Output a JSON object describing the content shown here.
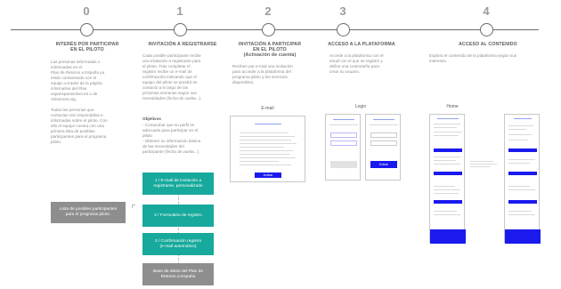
{
  "steps": [
    {
      "number": "0",
      "title": "INTERÉS POR PARTICIPAR\nEN EL PILOTO",
      "text": "Las personas informadas o\ninteresadas en el\nPlan de Retorno a España ya\nestán contactando con el\nequipo a través de la página\ninformativa del Plan\nuspansparavolver.es o de\nVolvemos.org.\n\nTodas las personas que\ncontactan son respondidas e\ninformadas sobre el piloto. Con\nello el equipo cuenta con una\nprimera lista de posibles\nparticipantes para el programa\npiloto.",
      "box": "Lista de posibles participantes\npara el programa piloto."
    },
    {
      "number": "1",
      "title": "INVITACIÓN A REGISTRARSE",
      "text": "Cada posible participante recibe\nuna invitación a registrarse para\nel piloto. Tras completar el\nregistro recibe un e-mail de\nconfirmación indicando que el\nequipo del piloto se pondrá en\ncontacto a lo largo de las\npróximas semanas según sus\nnecesidades (fecha de vuelta...).",
      "objectives_title": "Objetivos",
      "objectives": "- Comprobar que su perfil es\nadecuado para participar en el\npiloto\n- Obtener su información básica\nde las necesidades del\nparticipante (fecha de vuelta...).",
      "boxes": [
        "1 / E-mail de invitación a\nregistrarse, personalizado",
        "2 / Formulario de registro",
        "3 / Confirmación registro\n(e-mail automático)",
        "Base de datos del Plan de\nRetorno a España"
      ]
    },
    {
      "number": "2",
      "title": "INVITACIÓN A PARTICIPAR\nEN EL PILOTO",
      "subtitle": "(Activación de cuenta)",
      "text": "Reciben por e-mail una invitación\npara acceder a la plataforma del\nprograma piloto y los servicios\ndisponibles.",
      "screen_label": "E-mail",
      "button": "Activar"
    },
    {
      "number": "3",
      "title": "ACCESO A LA PLATAFORMA",
      "text": "Accede a la plataforma con el\nemail con el que se registró y\ndefine una contraseña para\ncrear su usuario.",
      "screen_label": "Login",
      "button": "Entrar"
    },
    {
      "number": "4",
      "title": "ACCESO AL CONTENIDO",
      "text": "Explora el contenido de la plataforma según sus\nintereses.",
      "screen_label": "Home"
    }
  ],
  "colors": {
    "teal": "#17a99b",
    "grey": "#8e8e8e",
    "blue": "#1a1aee",
    "line": "#6a6a6a"
  }
}
